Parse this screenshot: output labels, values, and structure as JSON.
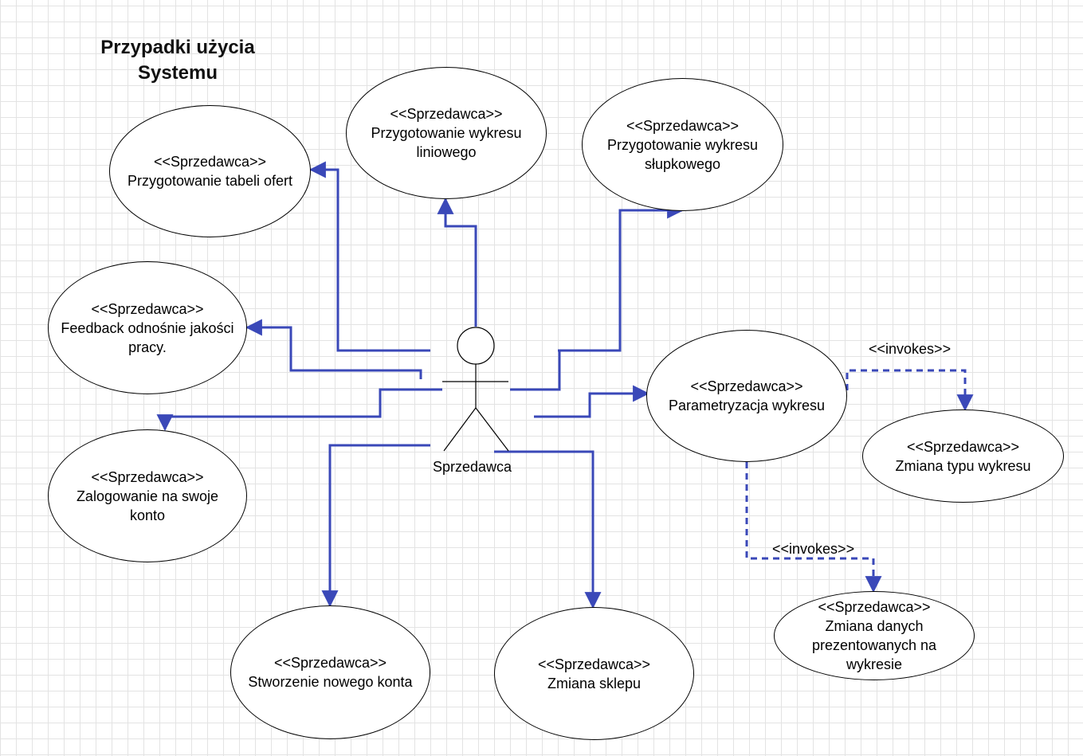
{
  "title": "Przypadki użycia\nSystemu",
  "actor": {
    "name": "Sprzedawca"
  },
  "colors": {
    "line": "#3a48b8",
    "ellipse_stroke": "#000000",
    "grid": "#e3e3e3"
  },
  "use_cases": {
    "tabela": {
      "stereotype": "<<Sprzedawca>>",
      "name": "Przygotowanie tabeli ofert"
    },
    "liniowy": {
      "stereotype": "<<Sprzedawca>>",
      "name": "Przygotowanie wykresu\nliniowego"
    },
    "slupkowy": {
      "stereotype": "<<Sprzedawca>>",
      "name": "Przygotowanie wykresu\nsłupkowego"
    },
    "feedback": {
      "stereotype": "<<Sprzedawca>>",
      "name": "Feedback odnośnie jakości\npracy."
    },
    "logowanie": {
      "stereotype": "<<Sprzedawca>>",
      "name": "Zalogowanie na swoje\nkonto"
    },
    "konto": {
      "stereotype": "<<Sprzedawca>>",
      "name": "Stworzenie nowego konta"
    },
    "sklep": {
      "stereotype": "<<Sprzedawca>>",
      "name": "Zmiana sklepu"
    },
    "parametryzacja": {
      "stereotype": "<<Sprzedawca>>",
      "name": "Parametryzacja wykresu"
    },
    "typ": {
      "stereotype": "<<Sprzedawca>>",
      "name": "Zmiana typu wykresu"
    },
    "dane": {
      "stereotype": "<<Sprzedawca>>",
      "name": "Zmiana danych\nprezentowanych na\nwykresie"
    }
  },
  "invokes_labels": {
    "typ": "<<invokes>>",
    "dane": "<<invokes>>"
  }
}
